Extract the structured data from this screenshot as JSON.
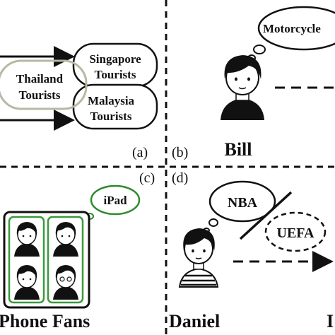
{
  "panels": {
    "a": {
      "tag": "(a)",
      "groups": [
        {
          "line1": "Thailand",
          "line2": "Tourists"
        },
        {
          "line1": "Singapore",
          "line2": "Tourists"
        },
        {
          "line1": "Malaysia",
          "line2": "Tourists"
        }
      ]
    },
    "b": {
      "tag": "(b)",
      "thought": "Motorcycle",
      "person": "Bill"
    },
    "c": {
      "tag": "(c)",
      "thought": "iPad",
      "group": "Phone Fans"
    },
    "d": {
      "tag": "(d)",
      "thought_crossed": "NBA",
      "thought_dashed": "UEFA",
      "person": "Daniel",
      "edge_letter": "I"
    }
  },
  "colors": {
    "ink": "#111111",
    "thailand_outline": "#b8b8a4",
    "ipad_green": "#2e8b2e",
    "fan_frame_green": "#3a9a3a"
  }
}
